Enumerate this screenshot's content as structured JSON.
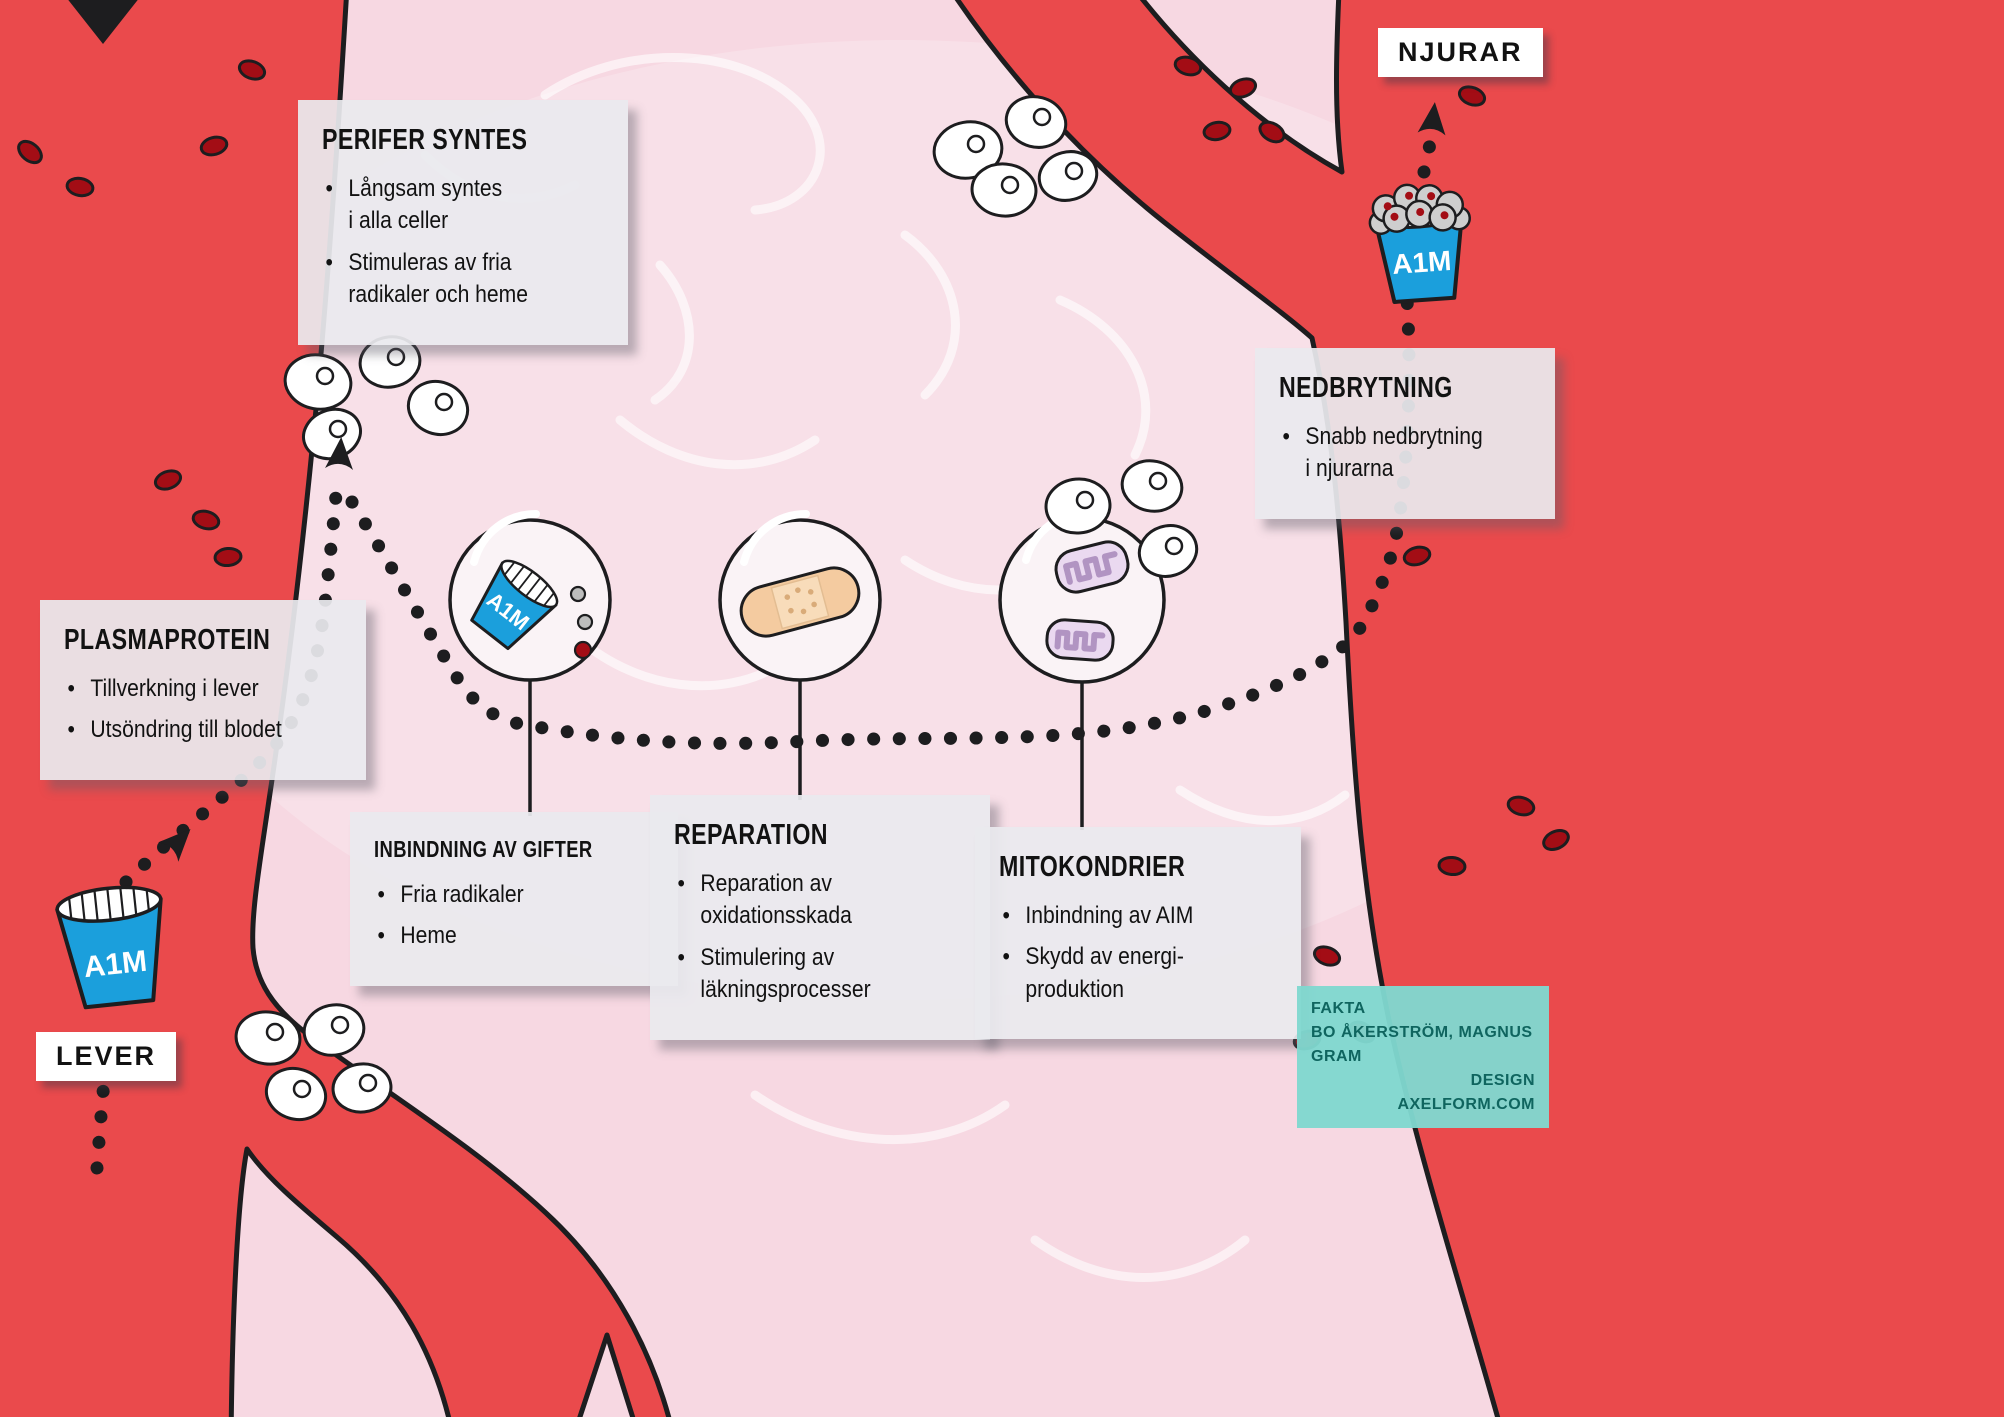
{
  "labels": {
    "lever": "LEVER",
    "njurar": "NJURAR"
  },
  "bucket_label": "A1M",
  "boxes": {
    "perifer_syntes": {
      "title": "PERIFER SYNTES",
      "bullets": [
        "Långsam syntes\ni alla celler",
        "Stimuleras av fria\nradikaler och heme"
      ]
    },
    "plasmaprotein": {
      "title": "PLASMAPROTEIN",
      "bullets": [
        "Tillverkning i lever",
        "Utsöndring till blodet"
      ]
    },
    "inbindning_av_gifter": {
      "title": "INBINDNING AV GIFTER",
      "bullets": [
        "Fria radikaler",
        "Heme"
      ]
    },
    "reparation": {
      "title": "REPARATION",
      "bullets": [
        "Reparation av\noxidationsskada",
        "Stimulering av\nläkningsprocesser"
      ]
    },
    "mitokondrier": {
      "title": "MITOKONDRIER",
      "bullets": [
        "Inbindning av AIM",
        "Skydd av energi-\nproduktion"
      ]
    },
    "nedbrytning": {
      "title": "NEDBRYTNING",
      "bullets": [
        "Snabb nedbrytning\ni njurarna"
      ]
    }
  },
  "credits": {
    "line1": "FAKTA",
    "line2": "BO ÅKERSTRÖM, MAGNUS GRAM",
    "line3": "DESIGN",
    "line4": "AXELFORM.COM"
  },
  "colors": {
    "background_pink": "#f7d8e2",
    "vessel_red": "#ea4a4c",
    "bucket_blue": "#1b9fdc",
    "credits_teal": "#80d7cf",
    "blood_cell_red": "#a30d15",
    "outline_black": "#1d1d1f"
  }
}
